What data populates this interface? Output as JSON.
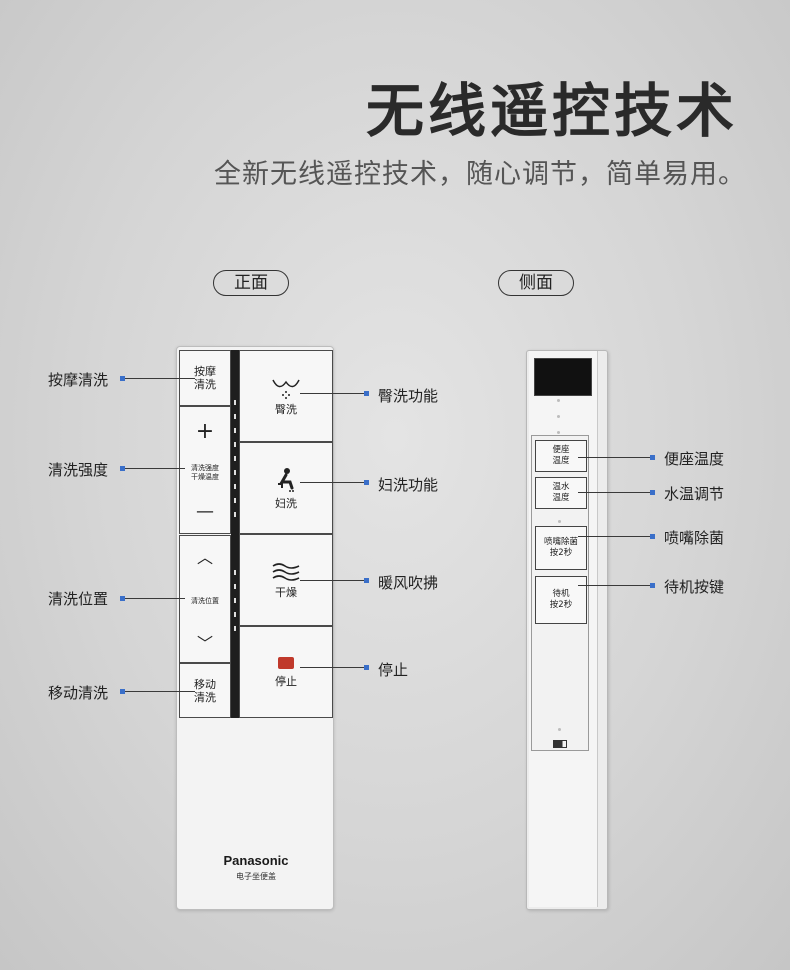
{
  "header": {
    "title": "无线遥控技术",
    "subtitle": "全新无线遥控技术，随心调节，简单易用。"
  },
  "labels": {
    "front": "正面",
    "side": "侧面"
  },
  "front_remote": {
    "massage_btn": [
      "按摩",
      "清洗"
    ],
    "plus_symbol": "+",
    "intensity_btn": [
      "清洗强度",
      "干燥温度"
    ],
    "minus_symbol": "—",
    "up_symbol": "︿",
    "position_btn": "清洗位置",
    "down_symbol": "﹀",
    "move_btn": [
      "移动",
      "清洗"
    ],
    "rear_wash_btn": "臀洗",
    "feminine_wash_btn": "妇洗",
    "dry_btn": "干燥",
    "stop_btn": "停止",
    "brand": "Panasonic",
    "brand_sub": "电子坐便盖"
  },
  "side_remote": {
    "seat_temp_btn": [
      "便座",
      "温度"
    ],
    "water_temp_btn": [
      "温水",
      "温度"
    ],
    "nozzle_btn": [
      "喷嘴除菌",
      "按2秒"
    ],
    "standby_btn": [
      "待机",
      "按2秒"
    ]
  },
  "callouts_left": {
    "massage": "按摩清洗",
    "intensity": "清洗强度",
    "position": "清洗位置",
    "move": "移动清洗"
  },
  "callouts_front_right": {
    "rear_wash": "臀洗功能",
    "feminine_wash": "妇洗功能",
    "warm_air": "暖风吹拂",
    "stop": "停止"
  },
  "callouts_side": {
    "seat_temp": "便座温度",
    "water_temp": "水温调节",
    "nozzle": "喷嘴除菌",
    "standby": "待机按键"
  },
  "colors": {
    "callout_dot": "#3a6fc9",
    "stop_button": "#c0392b"
  },
  "icons": [
    "rear-wash-icon",
    "feminine-wash-icon",
    "dry-wave-icon",
    "stop-indicator-icon",
    "battery-icon"
  ]
}
